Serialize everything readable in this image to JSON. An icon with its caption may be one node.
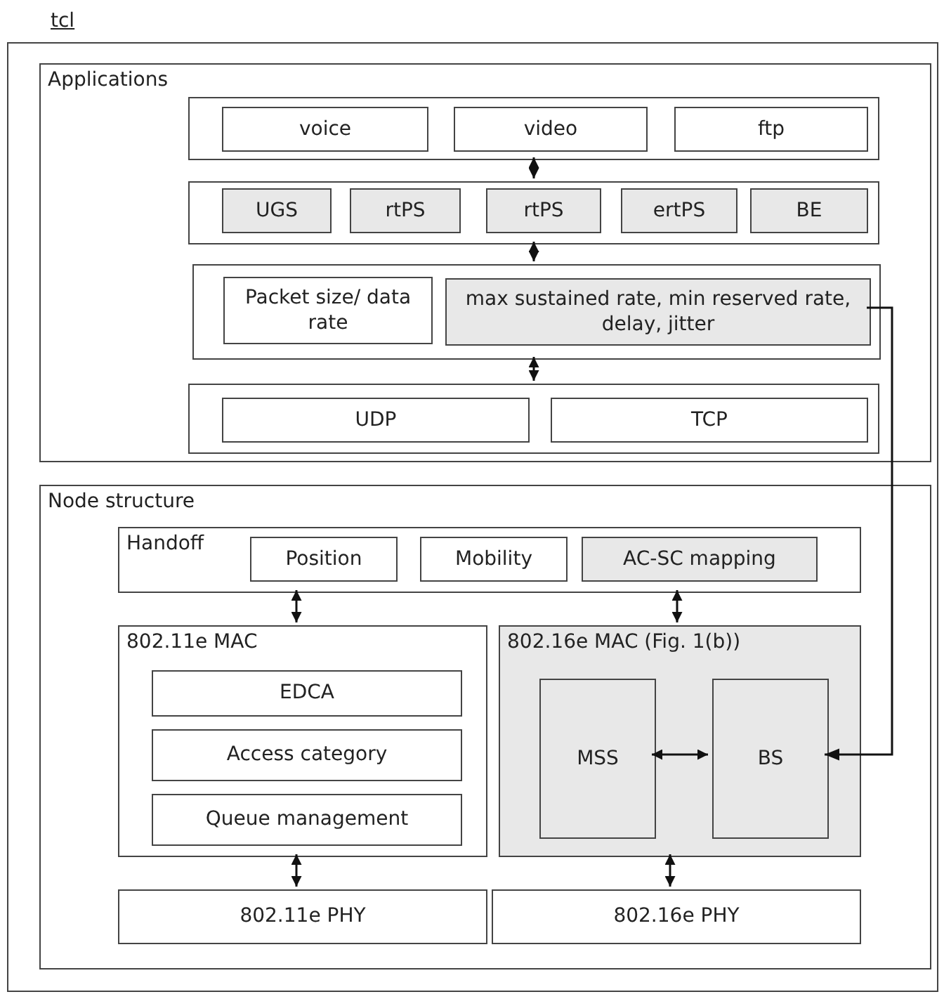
{
  "diagram": {
    "nodes": [
      {
        "text": [
          "tcl"
        ]
      },
      {
        "text": [
          "Applications"
        ],
        "in": 0
      },
      {
        "text": [],
        "shape": "box",
        "in": 1
      },
      {
        "text": [
          "voice"
        ],
        "in": 2
      },
      {
        "text": [
          "video"
        ],
        "in": 2
      },
      {
        "text": [
          "ftp"
        ],
        "in": 2
      },
      {
        "text": [],
        "shape": "box",
        "in": 1
      },
      {
        "text": [
          "UGS"
        ],
        "in": 6
      },
      {
        "text": [
          "rtPS"
        ],
        "in": 6
      },
      {
        "text": [
          "rtPS"
        ],
        "in": 6
      },
      {
        "text": [
          "ertPS"
        ],
        "in": 6
      },
      {
        "text": [
          "BE"
        ],
        "in": 6
      },
      {
        "text": [],
        "shape": "box",
        "in": 1
      },
      {
        "text": [
          "Packet size/ data rate"
        ],
        "in": 12
      },
      {
        "text": [
          "max sustained rate, min reserved rate, delay, jitter"
        ],
        "in": 12
      },
      {
        "text": [],
        "shape": "box",
        "in": 1
      },
      {
        "text": [
          "UDP"
        ],
        "in": 15
      },
      {
        "text": [
          "TCP"
        ],
        "in": 15
      },
      {
        "text": [
          "Node structure"
        ],
        "in": 0
      },
      {
        "text": [
          "Handoff"
        ],
        "in": 18
      },
      {
        "text": [
          "Position"
        ],
        "in": 19
      },
      {
        "text": [
          "Mobility"
        ],
        "in": 19
      },
      {
        "text": [
          "AC-SC mapping"
        ],
        "in": 19
      },
      {
        "text": [
          "802.11e MAC"
        ],
        "in": 18
      },
      {
        "text": [
          "EDCA"
        ],
        "in": 23
      },
      {
        "text": [
          "Access category"
        ],
        "in": 23
      },
      {
        "text": [
          "Queue management"
        ],
        "in": 23
      },
      {
        "text": [
          "802.16e MAC (Fig. 1(b))"
        ],
        "in": 18
      },
      {
        "text": [
          "MSS"
        ],
        "in": 27
      },
      {
        "text": [
          "BS"
        ],
        "in": 27
      },
      {
        "text": [
          "802.11e PHY"
        ],
        "in": 18
      },
      {
        "text": [
          "802.16e PHY"
        ],
        "in": 18
      }
    ],
    "edges": [
      {
        "from": 2,
        "to": 6,
        "arrow": "both"
      },
      {
        "from": 6,
        "to": 12,
        "arrow": "both"
      },
      {
        "from": 12,
        "to": 15,
        "arrow": "both"
      },
      {
        "from": 19,
        "to": 23,
        "arrow": "both"
      },
      {
        "from": 19,
        "to": 27,
        "arrow": "both"
      },
      {
        "from": 23,
        "to": 30,
        "arrow": "both"
      },
      {
        "from": 27,
        "to": 31,
        "arrow": "both"
      },
      {
        "from": 28,
        "to": 29,
        "arrow": "both"
      },
      {
        "from": 14,
        "to": 29,
        "arrow": "to"
      }
    ]
  }
}
